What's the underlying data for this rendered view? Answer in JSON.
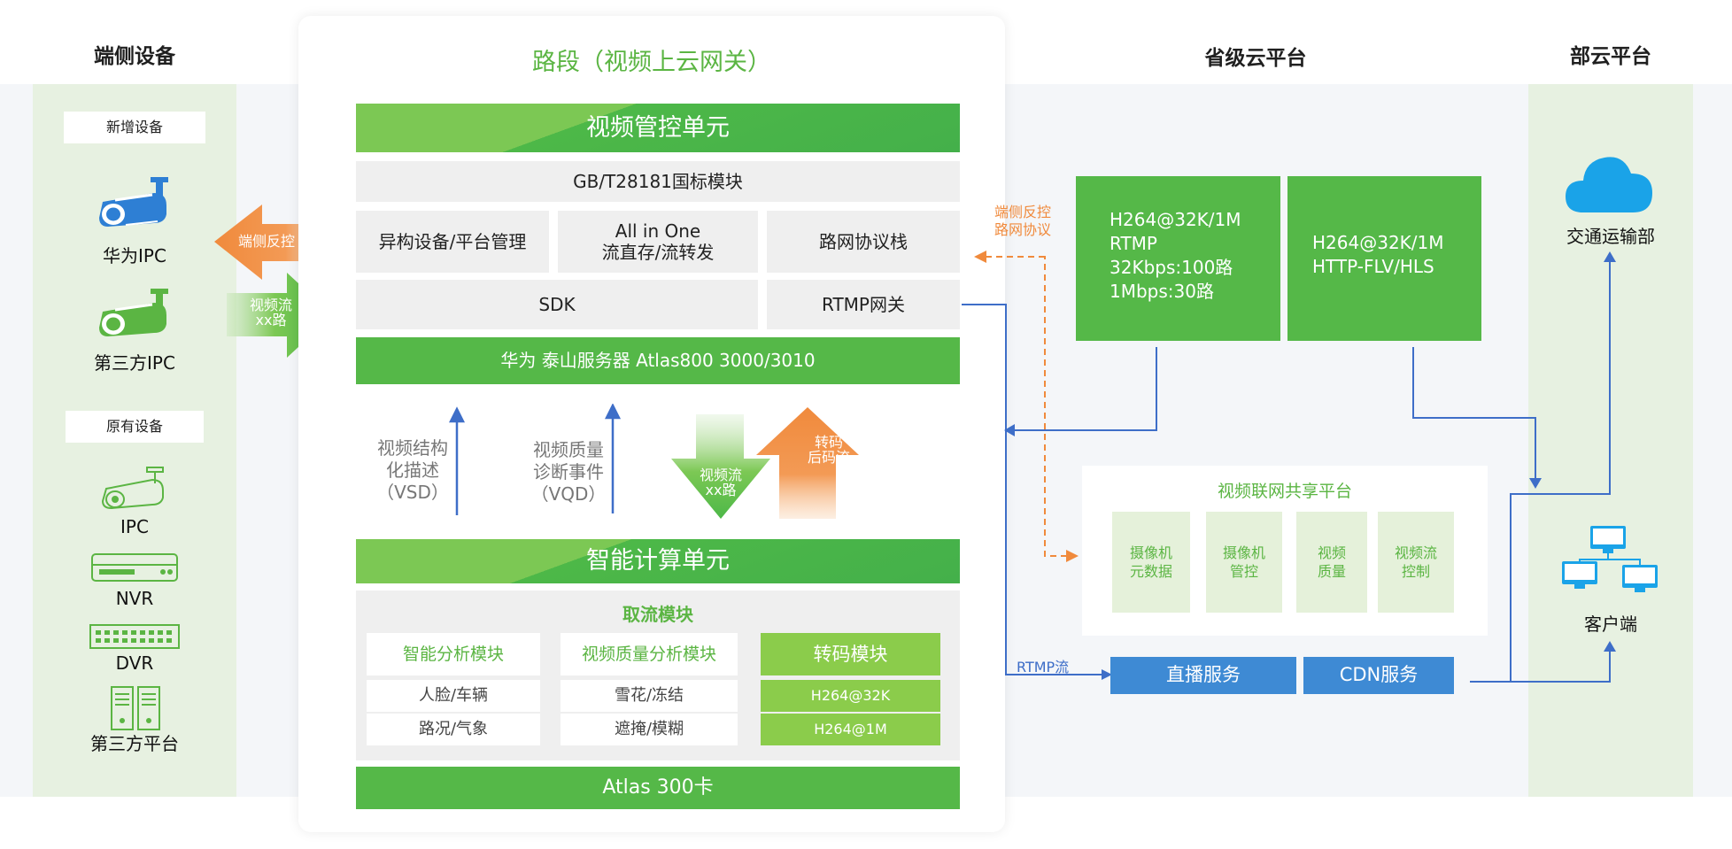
{
  "columns": {
    "edge": "端侧设备",
    "road": "路段（视频上云网关）",
    "province": "省级云平台",
    "ministry": "部云平台"
  },
  "edge": {
    "new_devices_tag": "新增设备",
    "huawei_ipc": "华为IPC",
    "third_party_ipc": "第三方IPC",
    "existing_devices_tag": "原有设备",
    "ipc": "IPC",
    "nvr": "NVR",
    "dvr": "DVR",
    "third_party_platform": "第三方平台"
  },
  "arrows": {
    "reverse_control": "端侧反控",
    "video_stream_line1": "视频流",
    "video_stream_line2": "xx路",
    "down_line1": "视频流",
    "down_line2": "xx路",
    "up_line1": "转码",
    "up_line2": "后码流"
  },
  "video_control_unit": {
    "title": "视频管控单元",
    "gb_module": "GB/T28181国标模块",
    "heterogeneous": "异构设备/平台管理",
    "all_in_one_line1": "All in One",
    "all_in_one_line2": "流直存/流转发",
    "road_protocol": "路网协议栈",
    "sdk": "SDK",
    "rtmp_gateway": "RTMP网关",
    "server": "华为 泰山服务器 Atlas800 3000/3010"
  },
  "middle": {
    "vsd_line1": "视频结构",
    "vsd_line2": "化描述",
    "vsd_line3": "（VSD）",
    "vqd_line1": "视频质量",
    "vqd_line2": "诊断事件",
    "vqd_line3": "（VQD）"
  },
  "compute_unit": {
    "title": "智能计算单元",
    "fetch_module": "取流模块",
    "smart_analysis": "智能分析模块",
    "quality_analysis": "视频质量分析模块",
    "transcode": "转码模块",
    "face_vehicle": "人脸/车辆",
    "snow_freeze": "雪花/冻结",
    "h264_32k": "H264@32K",
    "road_weather": "路况/气象",
    "occlusion_blur": "遮掩/模糊",
    "h264_1m": "H264@1M",
    "atlas_card": "Atlas 300卡"
  },
  "province": {
    "reverse_protocol_line1": "端侧反控",
    "reverse_protocol_line2": "路网协议",
    "card1_line1": "H264@32K/1M",
    "card1_line2": "RTMP",
    "card1_line3": "32Kbps:100路",
    "card1_line4": "1Mbps:30路",
    "card2_line1": "H264@32K/1M",
    "card2_line2": "HTTP-FLV/HLS",
    "share_platform": "视频联网共享平台",
    "share_item1_line1": "摄像机",
    "share_item1_line2": "元数据",
    "share_item2_line1": "摄像机",
    "share_item2_line2": "管控",
    "share_item3_line1": "视频",
    "share_item3_line2": "质量",
    "share_item4_line1": "视频流",
    "share_item4_line2": "控制",
    "rtmp_stream": "RTMP流",
    "live_service": "直播服务",
    "cdn_service": "CDN服务"
  },
  "ministry": {
    "transport_ministry": "交通运输部",
    "client": "客户端"
  },
  "colors": {
    "green": "#55b848",
    "light_green_bg": "#e7f1e1",
    "orange": "#f08a3c",
    "blue": "#3e8ad4",
    "cloud_blue": "#1aa3e8"
  }
}
